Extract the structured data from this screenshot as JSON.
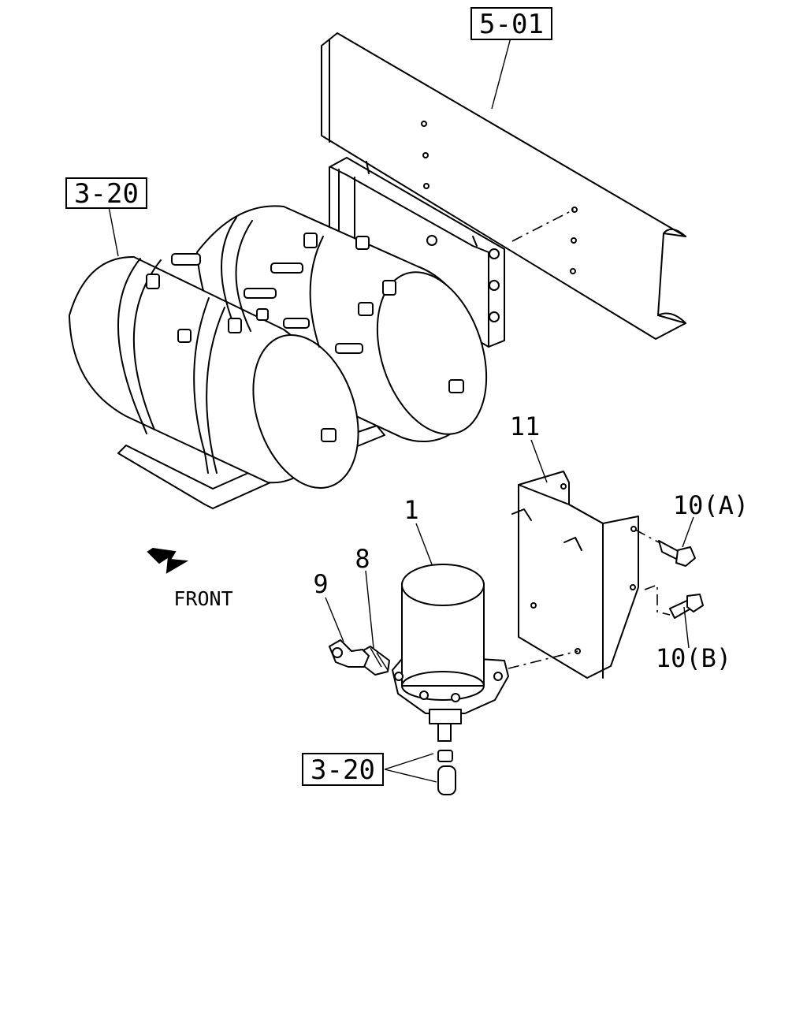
{
  "references": {
    "frame": "5-01",
    "tanks": "3-20",
    "hose": "3-20"
  },
  "callouts": {
    "p1": "1",
    "p8": "8",
    "p9": "9",
    "p11": "11",
    "p10a": "10(A)",
    "p10b": "10(B)"
  },
  "front_label": "FRONT"
}
